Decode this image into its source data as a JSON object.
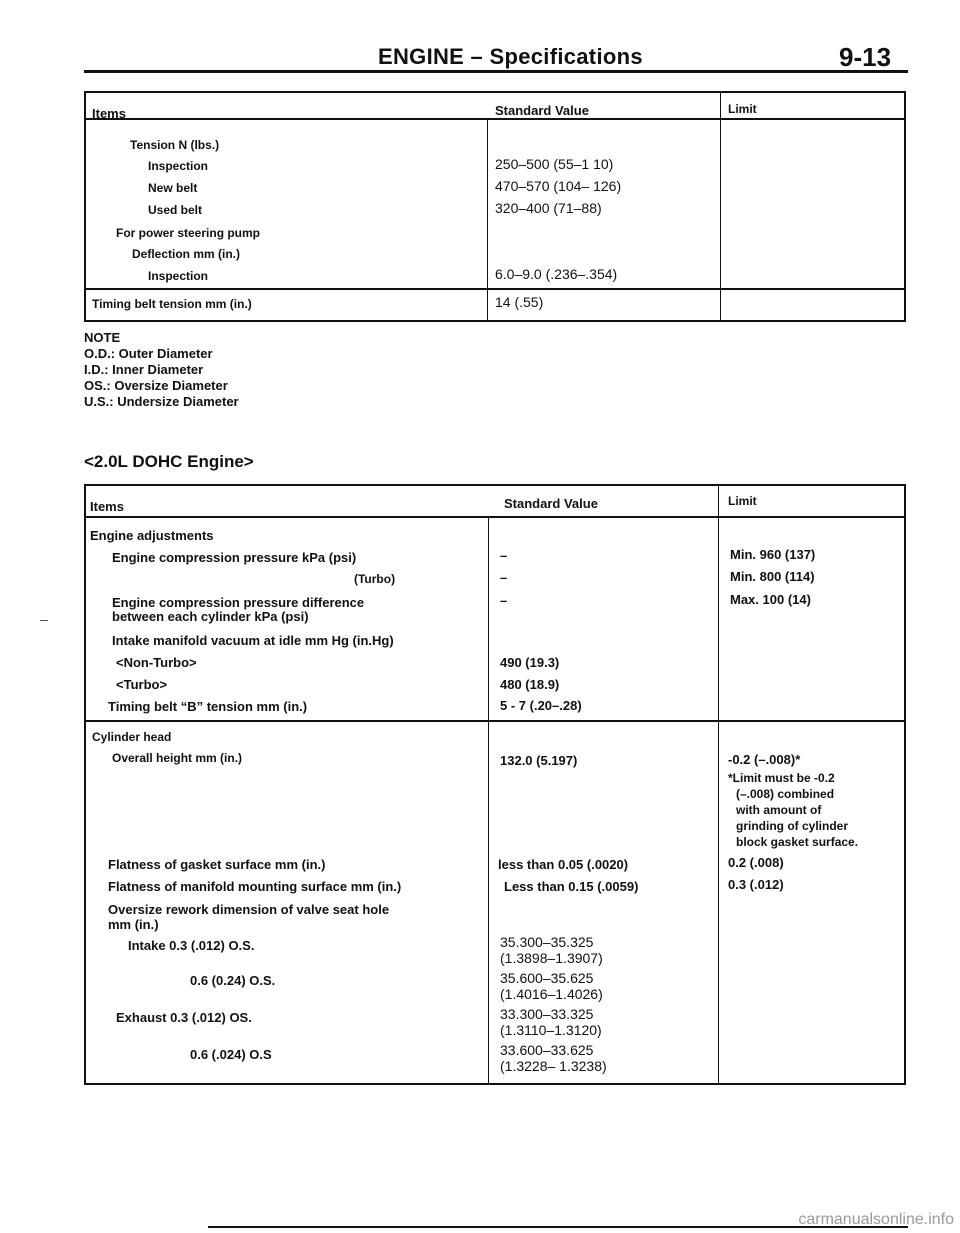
{
  "header": {
    "title": "ENGINE – Specifications",
    "page": "9-13"
  },
  "table1": {
    "headers": {
      "items": "Items",
      "standard": "Standard Value",
      "limit": "Limit"
    },
    "rows": [
      {
        "item": "Tension N (lbs.)",
        "value": "",
        "limit": ""
      },
      {
        "item": "Inspection",
        "value": "250–500 (55–1 10)",
        "limit": ""
      },
      {
        "item": "New belt",
        "value": "470–570 (104– 126)",
        "limit": ""
      },
      {
        "item": "Used belt",
        "value": "320–400 (71–88)",
        "limit": ""
      },
      {
        "item": "For power steering pump",
        "value": "",
        "limit": ""
      },
      {
        "item": "Deflection mm (in.)",
        "value": "",
        "limit": ""
      },
      {
        "item": "Inspection",
        "value": "6.0–9.0 (.236–.354)",
        "limit": ""
      },
      {
        "item": "Timing belt tension mm (in.)",
        "value": "14 (.55)",
        "limit": ""
      }
    ]
  },
  "notes": {
    "title": "NOTE",
    "lines": [
      "O.D.: Outer Diameter",
      "I.D.: Inner Diameter",
      "OS.: Oversize Diameter",
      "U.S.: Undersize Diameter"
    ]
  },
  "section_title": "<2.0L DOHC Engine>",
  "table2": {
    "headers": {
      "items": "Items",
      "standard": "Standard Value",
      "limit": "Limit"
    },
    "engine_adjustments": {
      "title": "Engine adjustments",
      "rows": [
        {
          "item": "Engine compression pressure kPa (psi)",
          "value": "–",
          "limit": "Min. 960 (137)"
        },
        {
          "item": "(Turbo)",
          "value": "–",
          "limit": "Min. 800 (114)"
        },
        {
          "item": "Engine compression pressure difference",
          "value": "–",
          "limit": "Max. 100 (14)"
        },
        {
          "item": "between each cylinder kPa (psi)",
          "value": "",
          "limit": ""
        },
        {
          "item": "Intake manifold vacuum at idle mm Hg (in.Hg)",
          "value": "",
          "limit": ""
        },
        {
          "item": "<Non-Turbo>",
          "value": "490 (19.3)",
          "limit": ""
        },
        {
          "item": "<Turbo>",
          "value": "480 (18.9)",
          "limit": ""
        },
        {
          "item": "Timing belt “B” tension mm (in.)",
          "value": "5 - 7 (.20–.28)",
          "limit": ""
        }
      ]
    },
    "cylinder_head": {
      "title": "Cylinder head",
      "overall_height": {
        "item": "Overall height mm (in.)",
        "value": "132.0 (5.197)",
        "limit": "-0.2 (–.008)*",
        "limit_note": [
          "*Limit must be -0.2",
          "(–.008) combined",
          "with amount of",
          "grinding of cylinder",
          "block gasket surface."
        ]
      },
      "rows": [
        {
          "item": "Flatness of gasket surface mm (in.)",
          "value": "less than 0.05 (.0020)",
          "limit": "0.2 (.008)"
        },
        {
          "item": "Flatness of manifold mounting surface mm (in.)",
          "value": "Less than 0.15 (.0059)",
          "limit": "0.3 (.012)"
        }
      ],
      "oversize_title": "Oversize rework dimension of valve seat hole",
      "oversize_unit": "mm (in.)",
      "oversize": [
        {
          "label": "Intake 0.3 (.012) O.S.",
          "v1": "35.300–35.325",
          "v2": "(1.3898–1.3907)"
        },
        {
          "label": "0.6 (0.24) O.S.",
          "v1": "35.600–35.625",
          "v2": "(1.4016–1.4026)"
        },
        {
          "label": "Exhaust 0.3 (.012) OS.",
          "v1": "33.300–33.325",
          "v2": "(1.3110–1.3120)"
        },
        {
          "label": "0.6 (.024) O.S",
          "v1": "33.600–33.625",
          "v2": "(1.3228– 1.3238)"
        }
      ]
    }
  },
  "watermark": "carmanualsonline.info"
}
